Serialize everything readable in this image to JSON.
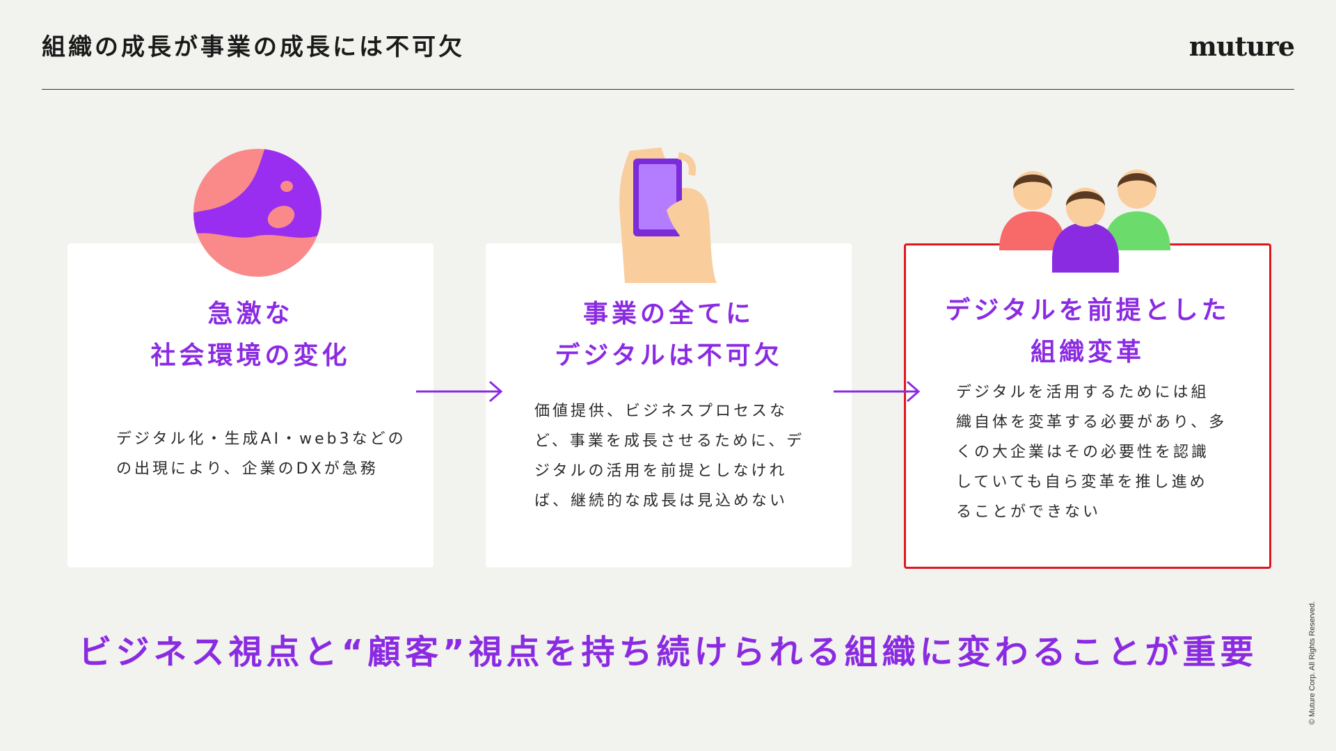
{
  "header": {
    "title": "組織の成長が事業の成長には不可欠",
    "logo": "muture"
  },
  "cards": [
    {
      "title_lines": [
        "急激な",
        "社会環境の変化"
      ],
      "body_lines": [
        "デジタル化・生成AI・web3などの",
        "の出現により、企業のDXが急務"
      ],
      "illustration": "globe-icon"
    },
    {
      "title_lines": [
        "事業の全てに",
        "デジタルは不可欠"
      ],
      "body_lines": [
        "価値提供、ビジネスプロセスな",
        "ど、事業を成長させるために、デ",
        "ジタルの活用を前提としなけれ",
        "ば、継続的な成長は見込めない"
      ],
      "illustration": "smartphone-hand-icon"
    },
    {
      "title_lines": [
        "デジタルを前提とした",
        "組織変革"
      ],
      "body_lines": [
        "デジタルを活用するためには組",
        "織自体を変革する必要があり、多",
        "くの大企業はその必要性を認識",
        "していても自ら変革を推し進め",
        "ることができない"
      ],
      "illustration": "people-group-icon",
      "highlight_color": "#e0161f"
    }
  ],
  "tagline": "ビジネス視点と“顧客”視点を持ち続けられる組織に変わることが重要",
  "copyright": "© Muture Corp. All Rights Reserved.",
  "colors": {
    "accent": "#8a2be2",
    "highlight": "#e0161f",
    "background": "#f2f2ef"
  }
}
